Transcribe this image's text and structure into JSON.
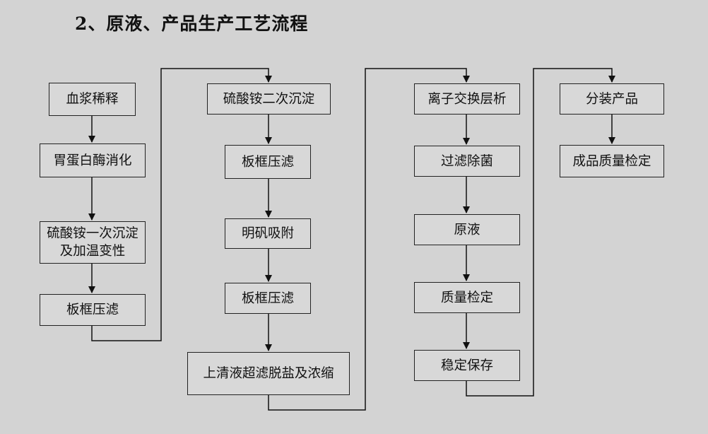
{
  "title": "2、原液、产品生产工艺流程",
  "steps": {
    "c1": [
      "血浆稀释",
      "胃蛋白酶消化",
      "硫酸铵一次沉淀及加温变性",
      "板框压滤"
    ],
    "c2": [
      "硫酸铵二次沉淀",
      "板框压滤",
      "明矾吸附",
      "板框压滤",
      "上清液超滤脱盐及浓缩"
    ],
    "c3": [
      "离子交换层析",
      "过滤除菌",
      "原液",
      "质量检定",
      "稳定保存"
    ],
    "c4": [
      "分装产品",
      "成品质量检定"
    ]
  }
}
